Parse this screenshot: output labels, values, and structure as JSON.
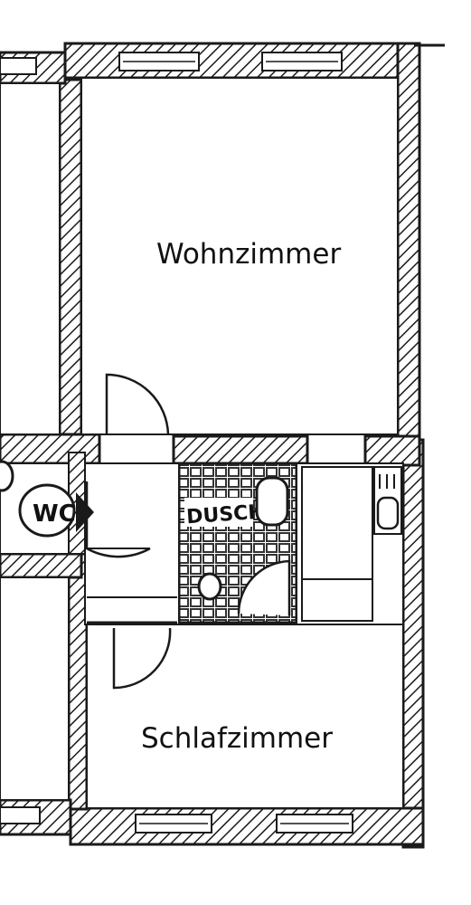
{
  "rooms": {
    "living": {
      "label": "Wohnzimmer"
    },
    "bedroom": {
      "label": "Schlafzimmer"
    },
    "shower": {
      "label": "DUSCH"
    },
    "wc": {
      "label": "WC"
    }
  },
  "colors": {
    "wall_ink": "#1a1a1a",
    "paper": "#ffffff",
    "tile": "#333333"
  }
}
